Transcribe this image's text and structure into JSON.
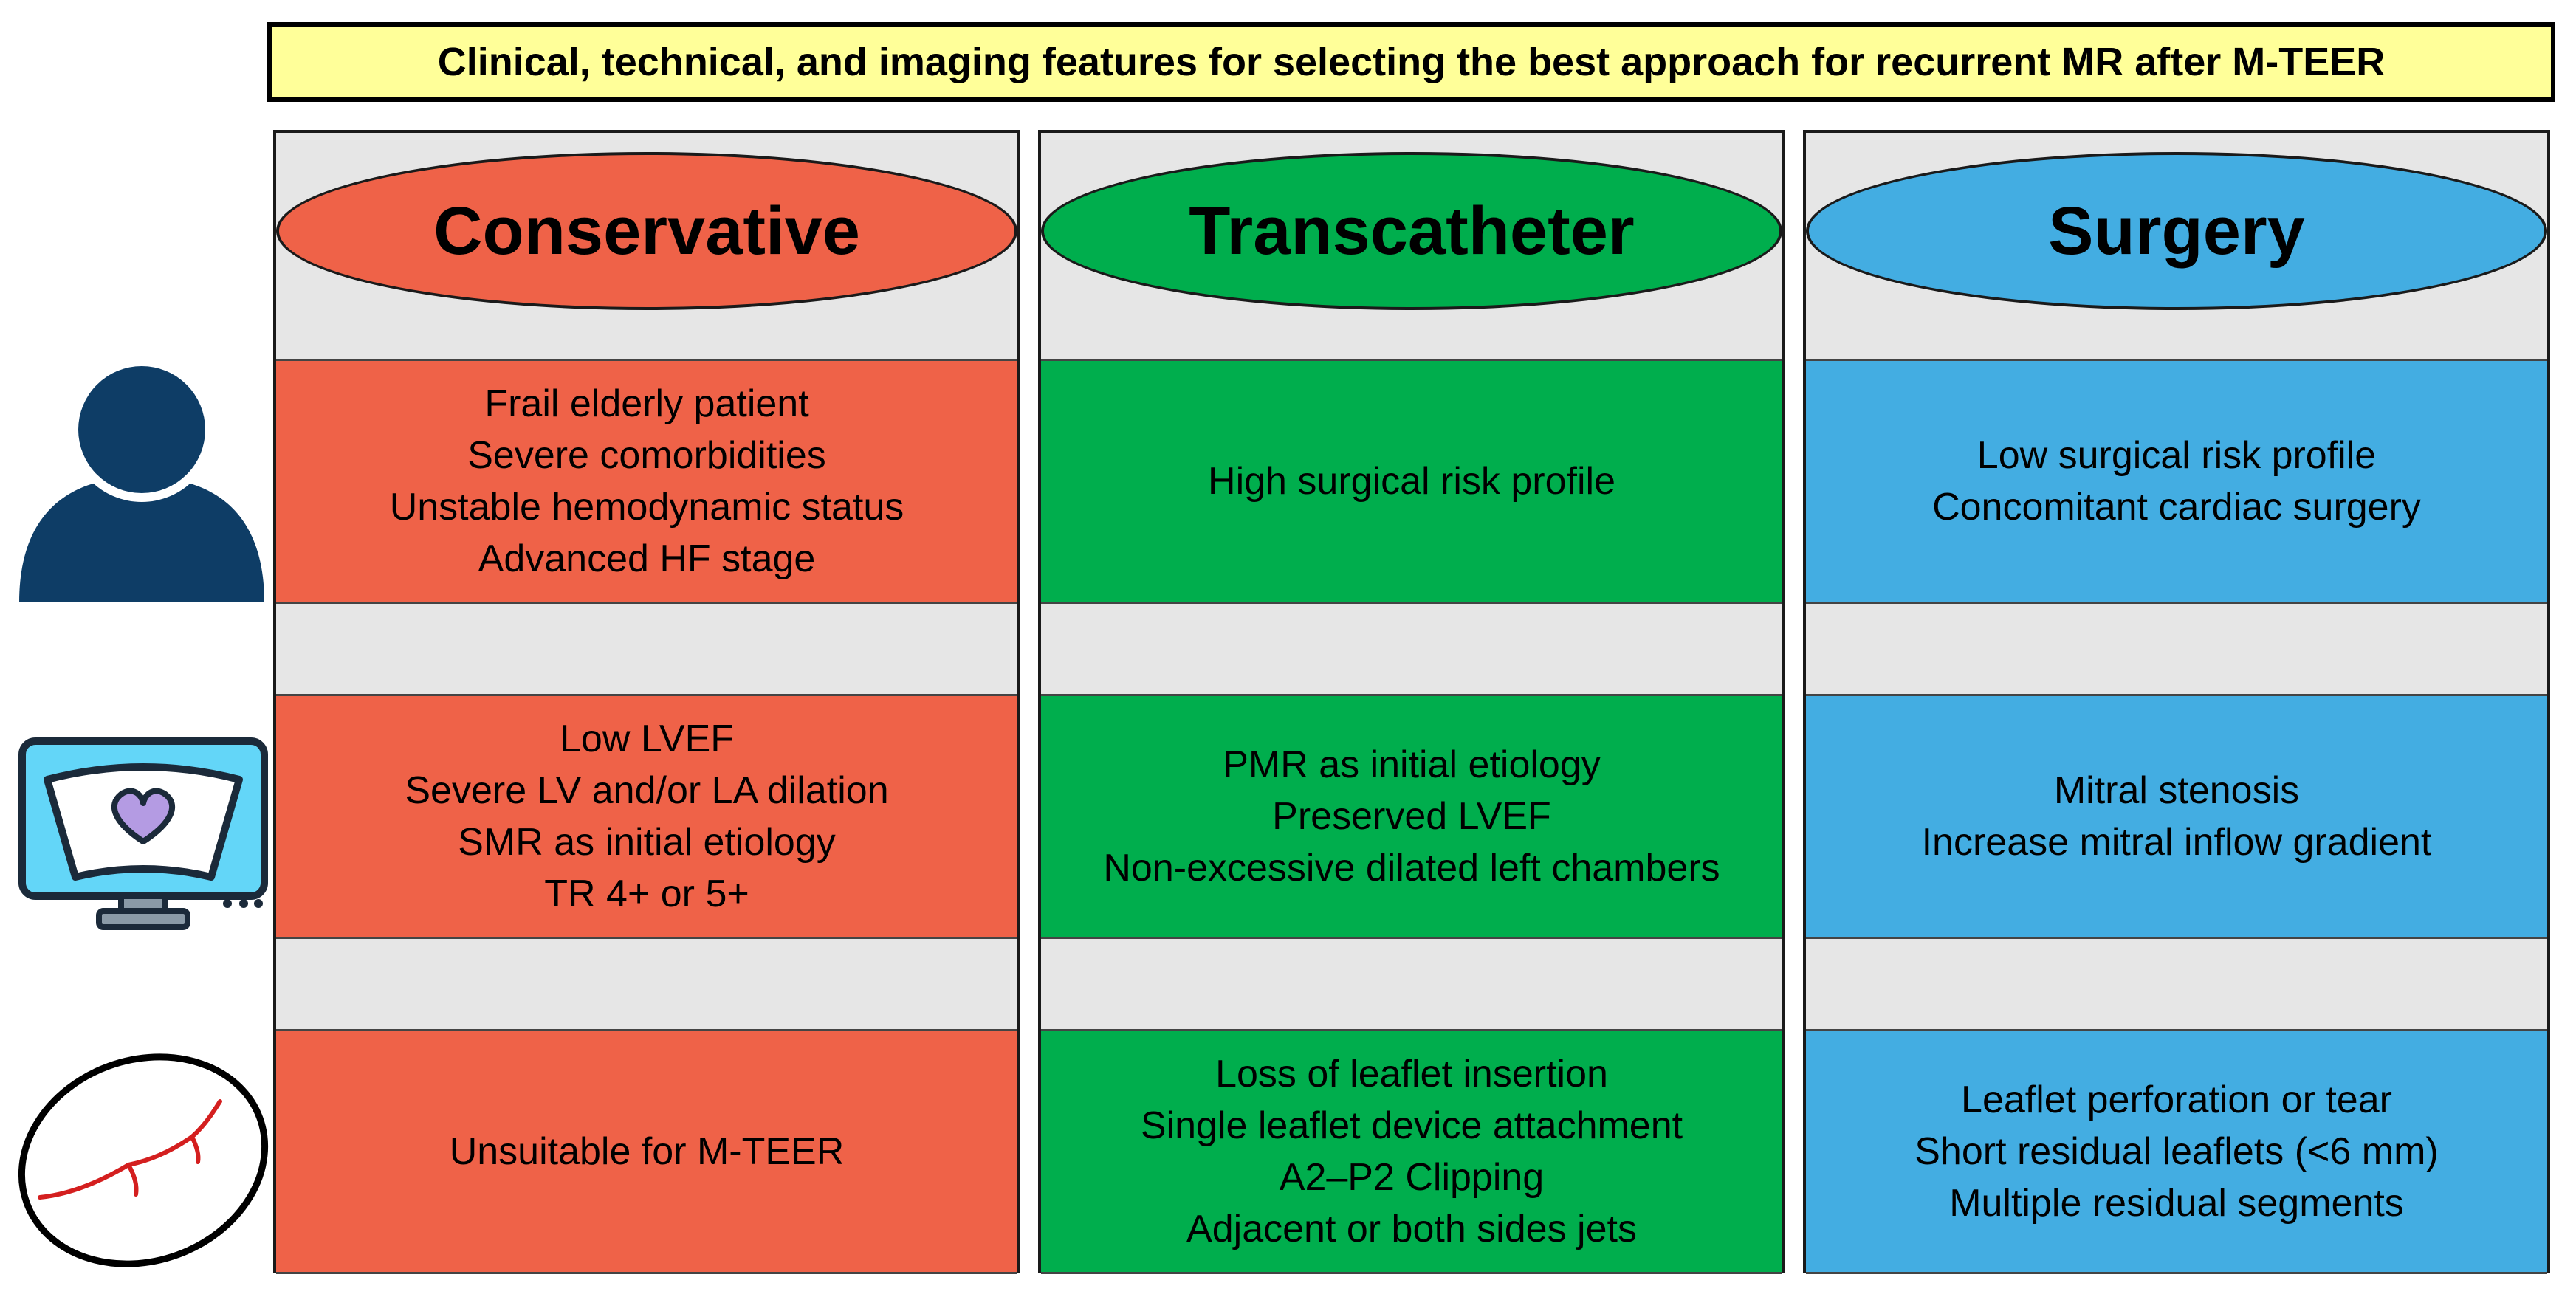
{
  "title": "Clinical, technical, and imaging features for selecting the best approach for recurrent MR after M-TEER",
  "colors": {
    "conservative": "#ef6248",
    "transcatheter": "#00ae4d",
    "surgery": "#43ade2",
    "title_bg": "#ffff99",
    "column_bg": "#e6e6e6"
  },
  "row_icons": [
    "patient-icon",
    "echo-monitor-icon",
    "mitral-leaflet-icon"
  ],
  "columns": [
    {
      "header": "Conservative",
      "color": "#ef6248",
      "cells": [
        [
          "Frail elderly patient",
          "Severe comorbidities",
          "Unstable hemodynamic status",
          "Advanced HF stage"
        ],
        [
          "Low LVEF",
          "Severe LV and/or LA dilation",
          "SMR as initial etiology",
          "TR 4+ or 5+"
        ],
        [
          "Unsuitable for M-TEER"
        ]
      ]
    },
    {
      "header": "Transcatheter",
      "color": "#00ae4d",
      "cells": [
        [
          "High surgical risk profile"
        ],
        [
          "PMR as initial etiology",
          "Preserved LVEF",
          "Non-excessive dilated left chambers"
        ],
        [
          "Loss of leaflet insertion",
          "Single leaflet device attachment",
          "A2–P2 Clipping",
          "Adjacent or both sides jets"
        ]
      ]
    },
    {
      "header": "Surgery",
      "color": "#43ade2",
      "cells": [
        [
          "Low surgical risk profile",
          "Concomitant cardiac surgery"
        ],
        [
          "Mitral stenosis",
          "Increase mitral inflow gradient"
        ],
        [
          "Leaflet perforation or tear",
          "Short residual leaflets (<6 mm)",
          "Multiple residual segments"
        ]
      ]
    }
  ]
}
